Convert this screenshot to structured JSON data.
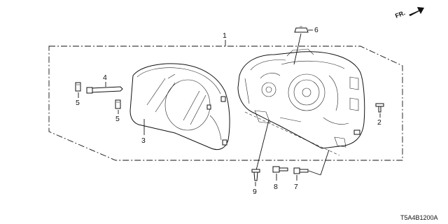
{
  "direction_label": "FR.",
  "diagram_code": "T5A4B1200A",
  "callouts": {
    "c1": "1",
    "c2": "2",
    "c3": "3",
    "c4": "4",
    "c5a": "5",
    "c5b": "5",
    "c6": "6",
    "c7": "7",
    "c8": "8",
    "c9": "9"
  }
}
